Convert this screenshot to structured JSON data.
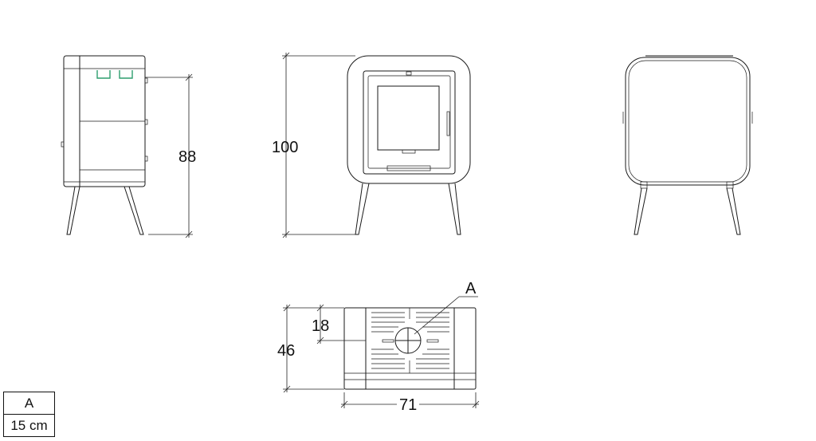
{
  "dimensions": {
    "side_height": "88",
    "front_height": "100",
    "top_depth": "46",
    "top_flue_offset": "18",
    "top_width": "71"
  },
  "callouts": {
    "flue": "A"
  },
  "legend": {
    "key": "A",
    "value": "15 cm"
  },
  "colors": {
    "line": "#1a1a1a",
    "accent": "#2e9e6e"
  }
}
